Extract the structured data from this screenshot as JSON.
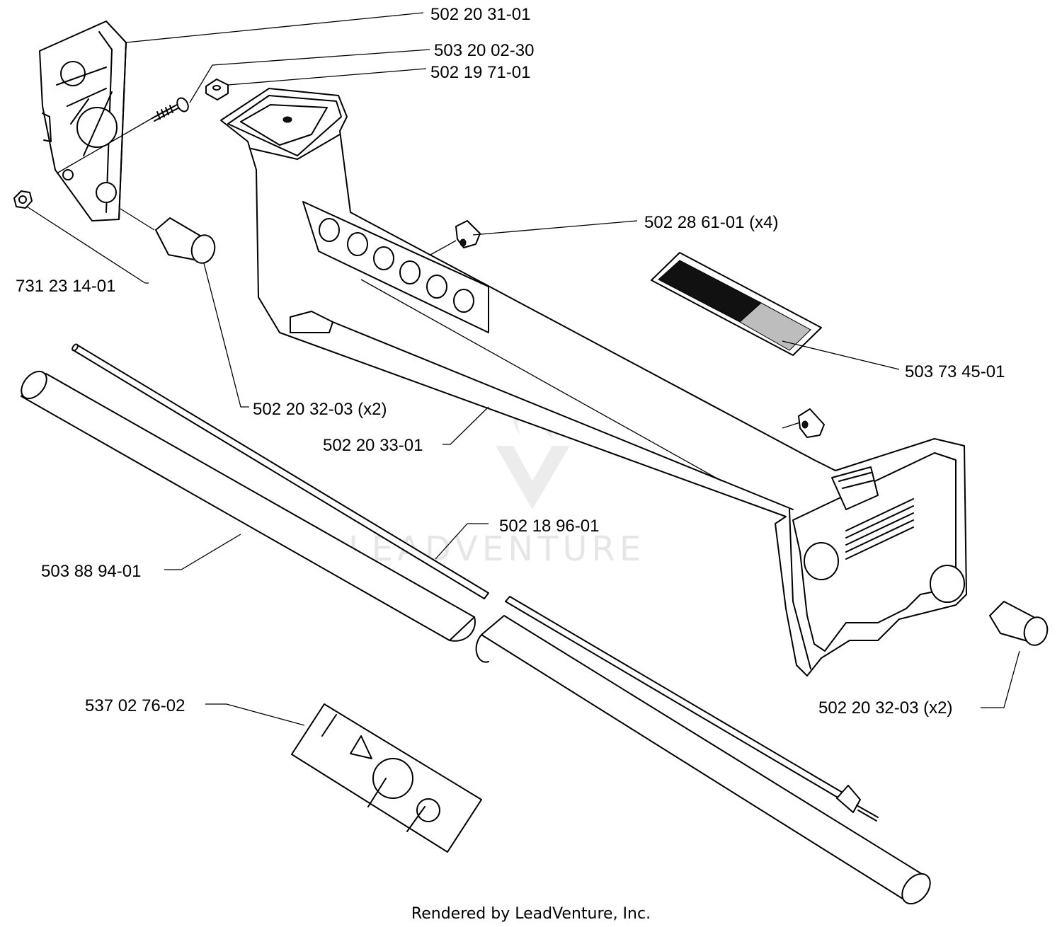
{
  "diagram": {
    "labels": {
      "handle_bracket": "502 20 31-01",
      "screw": "503 20 02-30",
      "square_nut": "502 19 71-01",
      "cable_clip": "502 28 61-01 (x4)",
      "nut": "731 23 14-01",
      "decal_brand": "503 73 45-01",
      "grip_left": "502 20 32-03 (x2)",
      "frame": "502 20 33-01",
      "drive_shaft": "502 18 96-01",
      "shaft_tube": "503 88 94-01",
      "grip_right": "502 20 32-03 (x2)",
      "warning_decal": "537 02 76-02"
    },
    "watermark": "LEADVENTURE",
    "footer": "Rendered by LeadVenture, Inc."
  }
}
